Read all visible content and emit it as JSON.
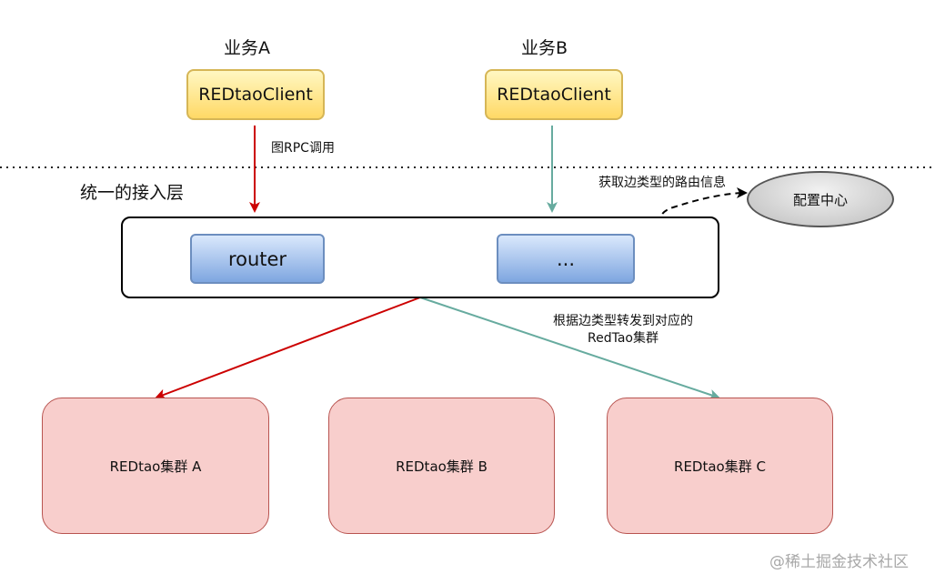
{
  "business_a": {
    "label": "业务A",
    "client": "REDtaoClient"
  },
  "business_b": {
    "label": "业务B",
    "client": "REDtaoClient"
  },
  "rpc_note": "图RPC调用",
  "layer_title": "统一的接入层",
  "route_info_note": "获取边类型的路由信息",
  "config_center": "配置中心",
  "router_label": "router",
  "other_module_label": "...",
  "forward_note": {
    "line1": "根据边类型转发到对应的",
    "line2": "RedTao集群"
  },
  "clusters": [
    {
      "label": "REDtao集群 A"
    },
    {
      "label": "REDtao集群 B"
    },
    {
      "label": "REDtao集群 C"
    }
  ],
  "watermark": "@稀土掘金技术社区",
  "colors": {
    "arrow_red": "#cc0000",
    "arrow_green": "#67ab9f",
    "client_border": "#d6b656",
    "inner_border": "#6c8ebf",
    "cluster_fill": "#f8cecc"
  }
}
